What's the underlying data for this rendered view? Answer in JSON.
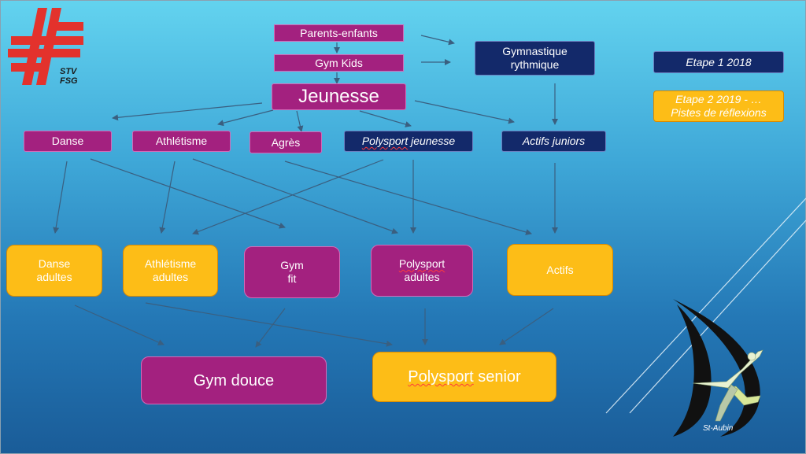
{
  "logo": {
    "text_line1": "STV",
    "text_line2": "FSG"
  },
  "legend": {
    "etape1": "Etape 1 2018",
    "etape2_line1": "Etape 2 2019 - …",
    "etape2_line2": "Pistes de réflexions"
  },
  "nodes": {
    "parents_enfants": "Parents-enfants",
    "gym_kids": "Gym Kids",
    "jeunesse": "Jeunesse",
    "gymnastique_rythmique_line1": "Gymnastique",
    "gymnastique_rythmique_line2": "rythmique",
    "danse": "Danse",
    "athletisme": "Athlétisme",
    "agres": "Agrès",
    "polysport_jeunesse_word": "Polysport",
    "polysport_jeunesse_rest": " jeunesse",
    "actifs_juniors": "Actifs juniors",
    "danse_adultes_line1": "Danse",
    "danse_adultes_line2": "adultes",
    "athletisme_adultes_line1": "Athlétisme",
    "athletisme_adultes_line2": "adultes",
    "gym_fit_line1": "Gym",
    "gym_fit_line2": "fit",
    "polysport_adultes_line1": "Polysport",
    "polysport_adultes_line2": "adultes",
    "actifs": "Actifs",
    "gym_douce": "Gym douce",
    "polysport_senior_word": "Polysport",
    "polysport_senior_rest": " senior"
  },
  "club_logo": {
    "text": "St-Aubin"
  },
  "colors": {
    "magenta": "#a3217f",
    "navy": "#13296a",
    "yellow": "#fdbd17",
    "arrow": "#3a5f80"
  }
}
